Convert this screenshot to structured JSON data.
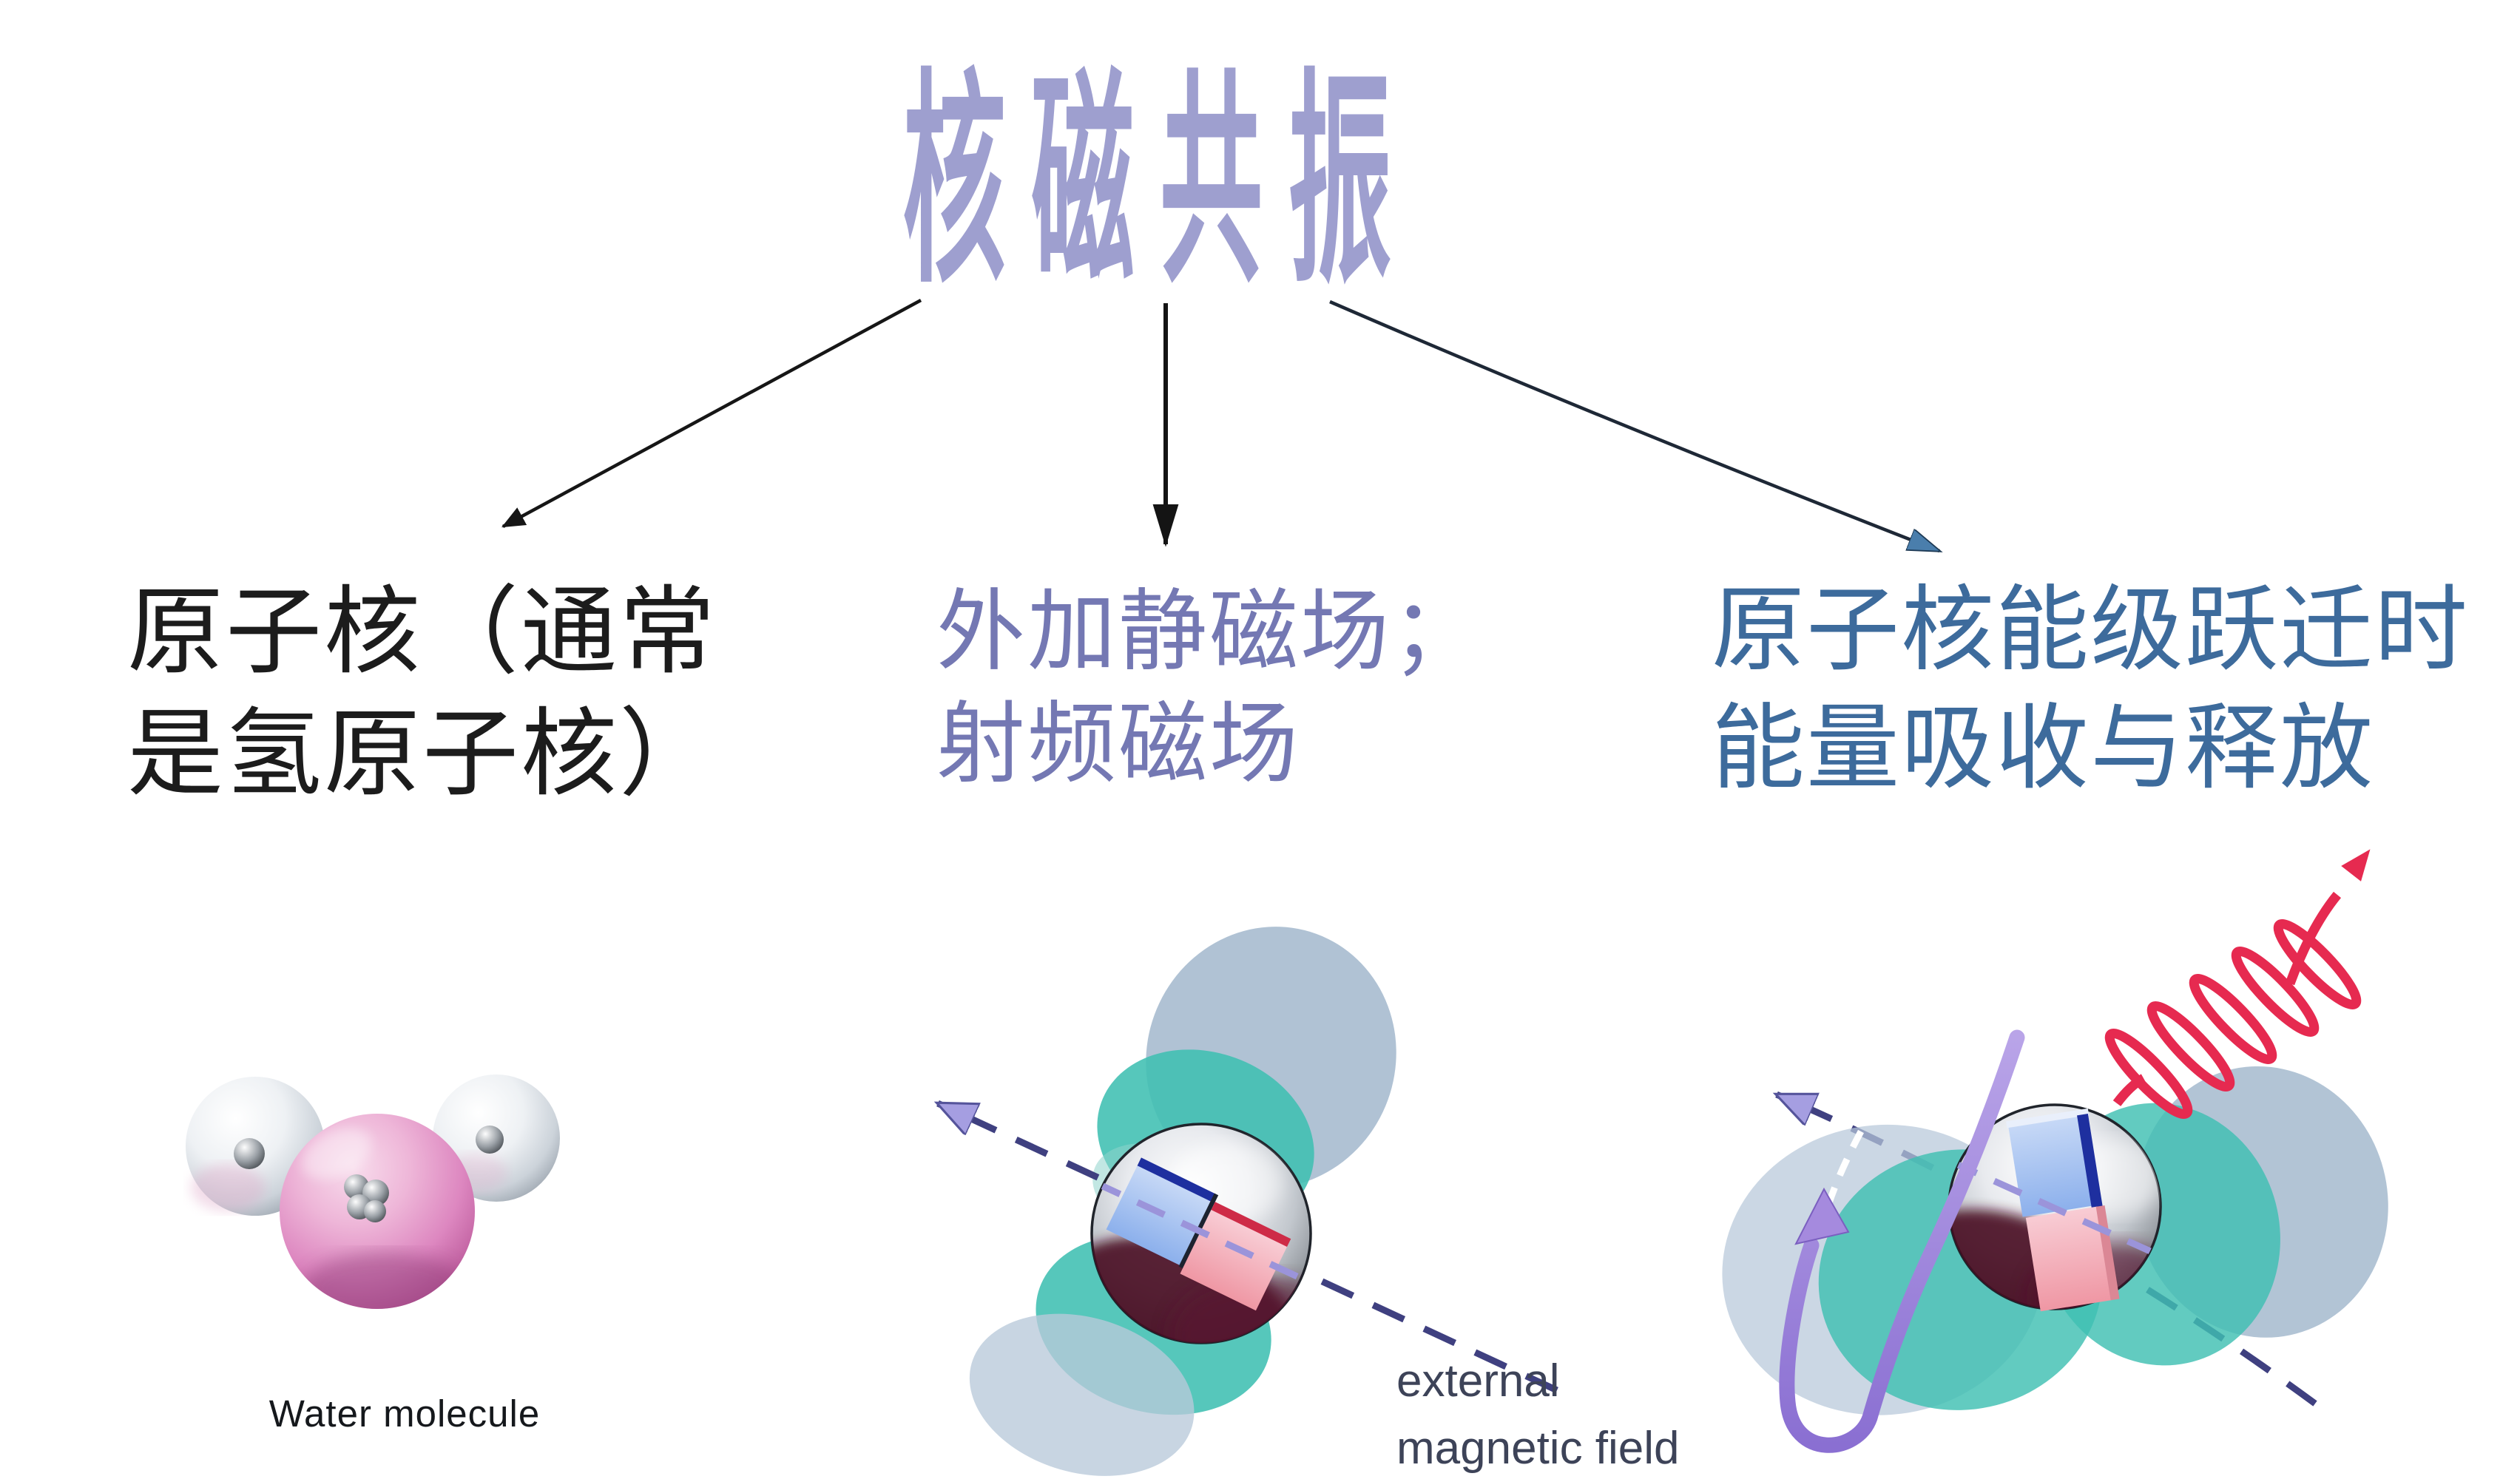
{
  "title": {
    "text": "核磁共振",
    "color": "#9e9fcf"
  },
  "branches": [
    {
      "heading_lines": [
        "原子核（通常",
        "是氢原子核）"
      ],
      "heading_color": "#1c1c1c",
      "illustration": "water-molecule",
      "caption": "Water molecule"
    },
    {
      "heading_lines": [
        "外加静磁场；",
        "射频磁场"
      ],
      "heading_color": "#7478b3",
      "illustration": "nucleus-spin-static-field",
      "caption_lines": [
        "external",
        "magnetic field"
      ]
    },
    {
      "heading_lines": [
        "原子核能级跃迁时",
        "能量吸收与释放"
      ],
      "heading_color": "#3d6b9c",
      "illustration": "nucleus-energy-absorption-emission"
    }
  ],
  "colors": {
    "background": "#ffffff",
    "connector_arrow": "#161616",
    "connector_arrowhead_right": "#4a7eac",
    "field_axis_dash": "#3f4080",
    "field_axis_dash_on_sphere": "#9b94da",
    "axis_arrowhead": "#a59ee1",
    "precession_arrow": "#9e82d8",
    "precession_dash_white": "#ffffff",
    "rf_wave": "#e62a50",
    "spin_cloud_teal": "#3fbfb2",
    "spin_cloud_blue_gray": "#9fb5ca",
    "spin_cloud_light_gray": "#b7c7d9",
    "magnet_north": "#9db9ee",
    "magnet_north_edge": "#1e2f9f",
    "magnet_south": "#f2a9b4",
    "magnet_south_edge": "#ce2b47",
    "nucleus_sphere_dark": "#4a0c24",
    "oxygen_sphere": "#d376b4",
    "hydrogen_sphere": "#dfe4e9",
    "caption_color": "#15181c",
    "field_label_color": "#3d4358"
  }
}
